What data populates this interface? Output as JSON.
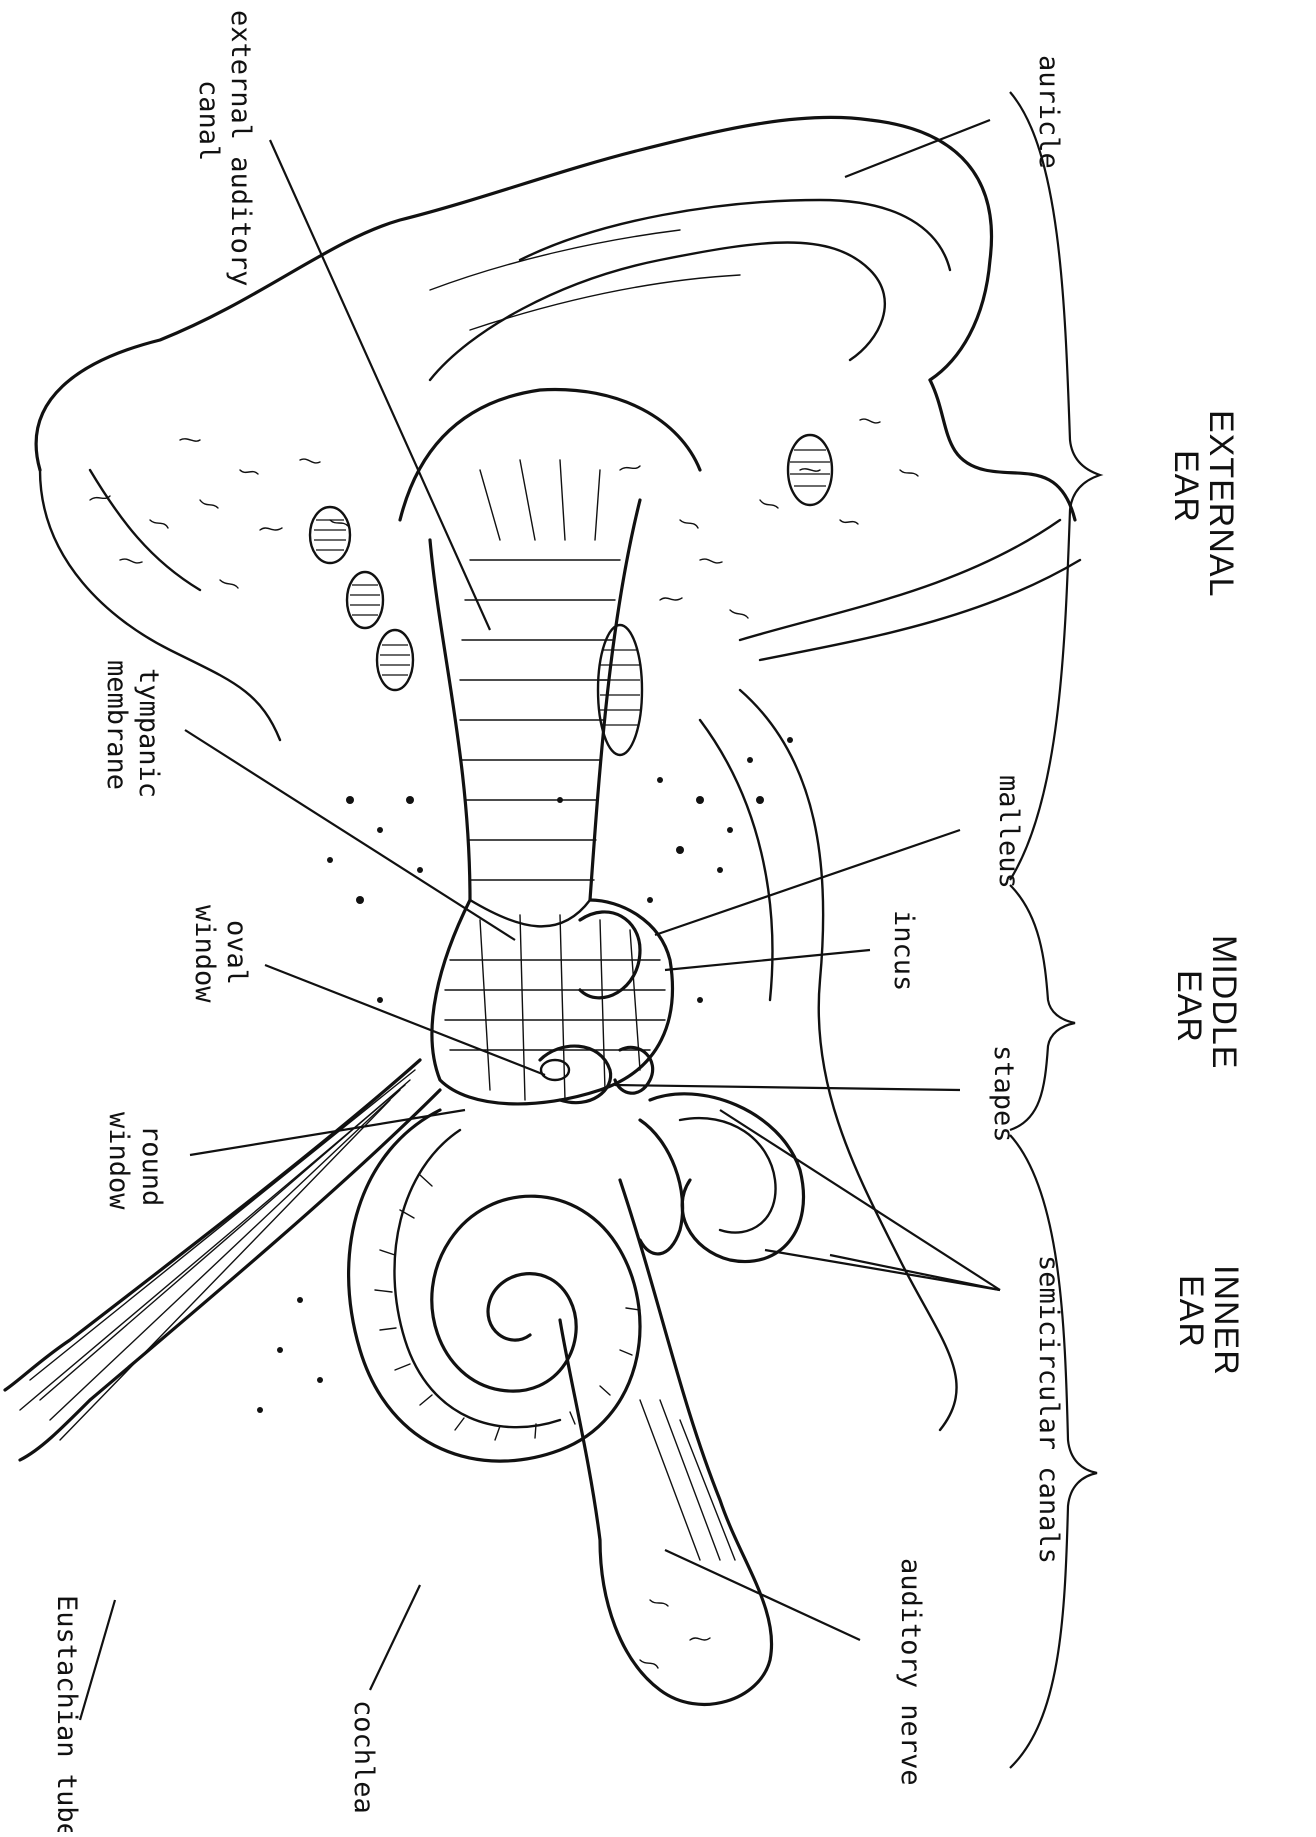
{
  "sections": {
    "external": [
      "EXTERNAL",
      "EAR"
    ],
    "middle": [
      "MIDDLE",
      "EAR"
    ],
    "inner": [
      "INNER",
      "EAR"
    ]
  },
  "labels": {
    "auricle": [
      "auricle"
    ],
    "external_auditory_canal": [
      "external auditory",
      "canal"
    ],
    "tympanic_membrane": [
      "tympanic",
      "membrane"
    ],
    "malleus": [
      "malleus"
    ],
    "incus": [
      "incus"
    ],
    "oval_window": [
      "oval",
      "window"
    ],
    "stapes": [
      "stapes"
    ],
    "round_window": [
      "round",
      "window"
    ],
    "semicircular_canals": [
      "semicircular canals"
    ],
    "auditory_nerve": [
      "auditory nerve"
    ],
    "cochlea": [
      "cochlea"
    ],
    "eustachian_tube": [
      "Eustachian tube"
    ]
  }
}
